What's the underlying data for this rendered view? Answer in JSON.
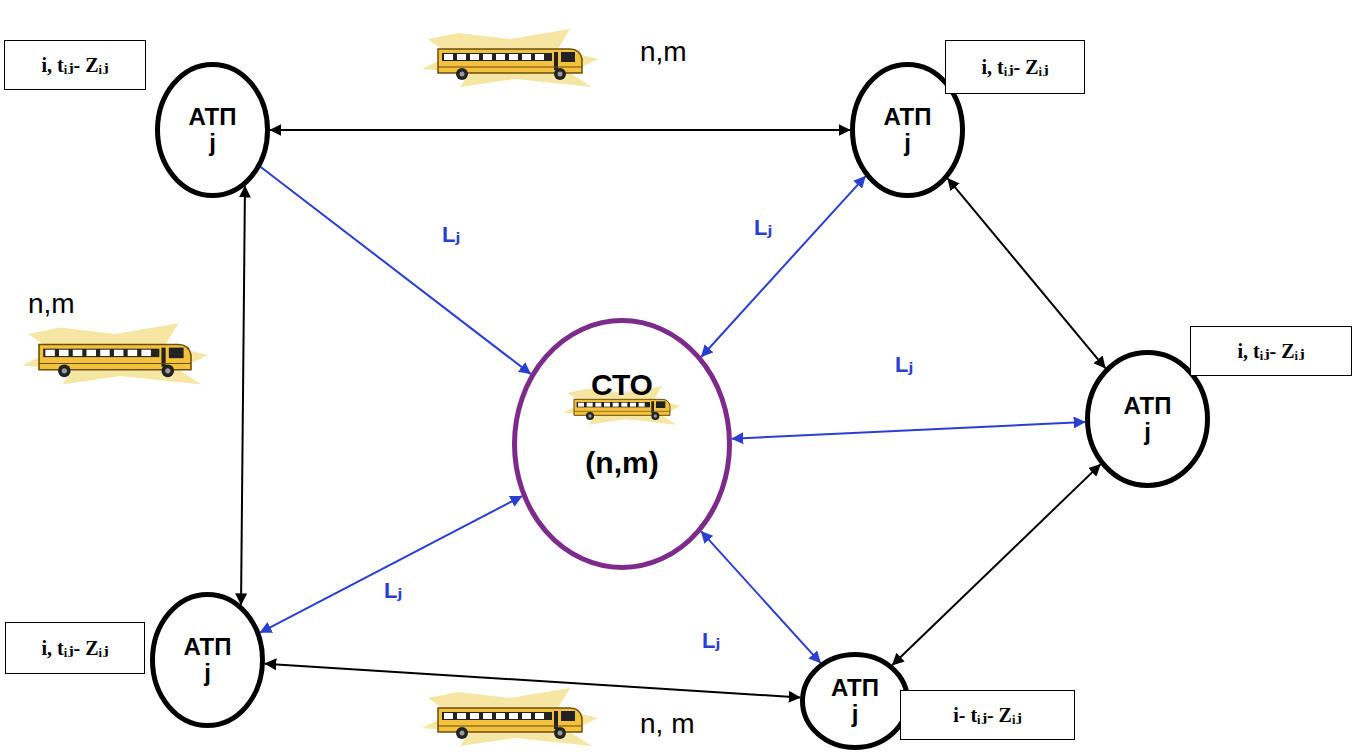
{
  "diagram": {
    "nodes": [
      {
        "text": [
          "АТП j"
        ]
      },
      {
        "text": [
          "i, tᵢⱼ- Zᵢⱼ"
        ]
      },
      {
        "text": [
          "АТП j"
        ]
      },
      {
        "text": [
          "i, tᵢⱼ- Zᵢⱼ"
        ]
      },
      {
        "text": [
          "СТО",
          "(n,m)"
        ]
      },
      {
        "text": [
          "АТП j"
        ]
      },
      {
        "text": [
          "i, tᵢⱼ- Zᵢⱼ"
        ]
      },
      {
        "text": [
          "АТП j"
        ]
      },
      {
        "text": [
          "i, tᵢⱼ- Zᵢⱼ"
        ]
      },
      {
        "text": [
          "АТП j"
        ]
      },
      {
        "text": [
          "i- tᵢⱼ- Zᵢⱼ"
        ]
      }
    ],
    "edges": [
      {
        "from": 0,
        "to": 2,
        "arrow": "both"
      },
      {
        "from": 2,
        "to": 5,
        "arrow": "both"
      },
      {
        "from": 5,
        "to": 9,
        "arrow": "both"
      },
      {
        "from": 9,
        "to": 7,
        "arrow": "both"
      },
      {
        "from": 7,
        "to": 0,
        "arrow": "both"
      },
      {
        "from": 0,
        "to": 4,
        "label": "Lⱼ",
        "arrow": "to"
      },
      {
        "from": 2,
        "to": 4,
        "label": "Lⱼ",
        "arrow": "both"
      },
      {
        "from": 4,
        "to": 5,
        "label": "Lⱼ",
        "arrow": "both"
      },
      {
        "from": 4,
        "to": 7,
        "label": "Lⱼ",
        "arrow": "both"
      },
      {
        "from": 4,
        "to": 9,
        "label": "Lⱼ",
        "arrow": "both"
      }
    ],
    "labels": [
      "n,m",
      "n,m",
      "n, m"
    ]
  }
}
